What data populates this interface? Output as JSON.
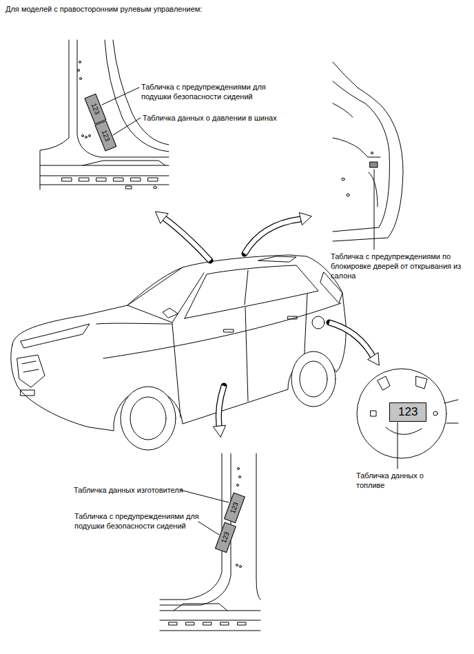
{
  "diagram": {
    "title": "Для моделей с правосторонним рулевым управлением:",
    "nodes": [
      {
        "text": [
          "123"
        ]
      },
      {
        "text": [
          "123"
        ]
      },
      {
        "text": [
          "123"
        ]
      },
      {
        "text": [
          "123"
        ]
      },
      {
        "text": [
          "123"
        ]
      }
    ],
    "labels": [
      "Табличка с предупреждениями для подушки безопасности сидений",
      "Табличка данных о давлении в шинах",
      "Табличка с предупреждениями по блокировке дверей от открывания из салона",
      "Табличка данных о топливе",
      "Табличка данных изготовителя",
      "Табличка с предупреждениями для подушки безопасности сидений"
    ]
  }
}
